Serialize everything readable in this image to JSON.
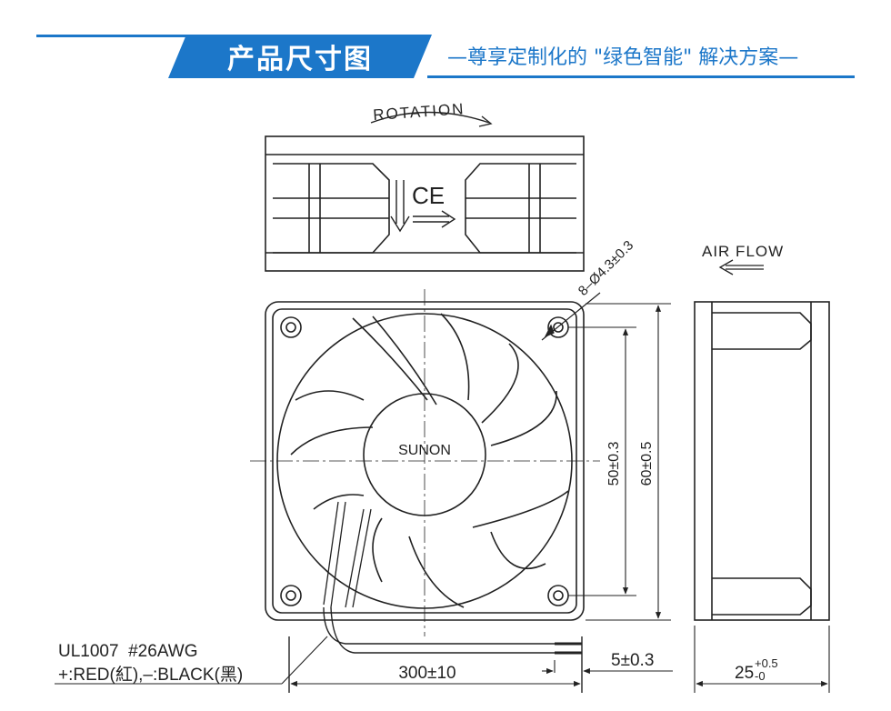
{
  "header": {
    "title": "产品尺寸图",
    "subtitle": "—尊享定制化的 \"绿色智能\" 解决方案—"
  },
  "drawing": {
    "rotation_label": "ROTATION",
    "air_flow_label": "AIR FLOW",
    "brand_label": "SUNON",
    "ce_mark": "CE",
    "hole_spec": "8–Ø4.3±0.3",
    "dim_inner": "50±0.3",
    "dim_outer": "60±0.5",
    "dim_cable_strip": "5±0.3",
    "dim_cable_length": "300±10",
    "dim_depth_base": "25",
    "dim_depth_plus": "+0.5",
    "dim_depth_minus": "-0",
    "wire_spec_line1": "UL1007  #26AWG",
    "wire_spec_line2": "+:RED(紅),–:BLACK(黑)"
  },
  "colors": {
    "accent": "#1c77c9",
    "line": "#222222"
  }
}
